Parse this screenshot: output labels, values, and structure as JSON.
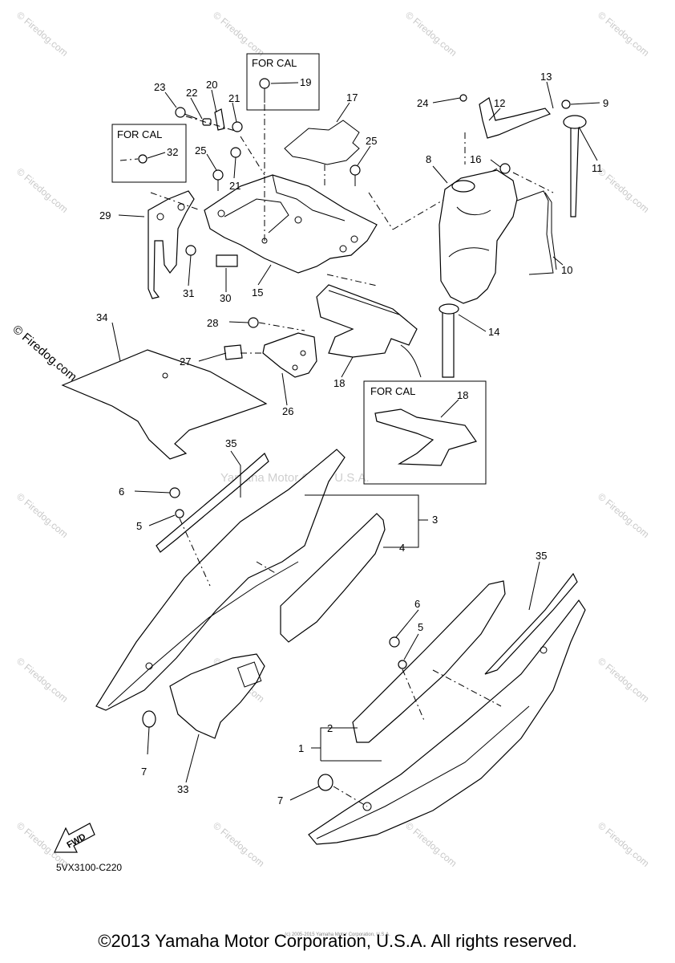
{
  "diagram": {
    "callouts": {
      "c1": "1",
      "c2": "2",
      "c3": "3",
      "c4": "4",
      "c5a": "5",
      "c5b": "5",
      "c6a": "6",
      "c6b": "6",
      "c7a": "7",
      "c7b": "7",
      "c8": "8",
      "c9": "9",
      "c10": "10",
      "c11": "11",
      "c12": "12",
      "c13": "13",
      "c14": "14",
      "c15": "15",
      "c16": "16",
      "c17": "17",
      "c18a": "18",
      "c18b": "18",
      "c19": "19",
      "c20": "20",
      "c21a": "21",
      "c21b": "21",
      "c22": "22",
      "c23": "23",
      "c24": "24",
      "c25a": "25",
      "c25b": "25",
      "c26": "26",
      "c27": "27",
      "c28": "28",
      "c29": "29",
      "c30": "30",
      "c31": "31",
      "c32": "32",
      "c33": "33",
      "c34": "34",
      "c35a": "35",
      "c35b": "35"
    },
    "cal_box_label": "FOR CAL",
    "fwd_label": "FWD",
    "diagram_code": "5VX3100-C220"
  },
  "watermarks": {
    "site": "© Firedog.com",
    "center": "Yamaha Motor Corp. U.S.A.",
    "small_credit": "(c) 2005-2015 Yamaha Motor Corporation, U.S.A."
  },
  "footer": {
    "copyright": "©2013 Yamaha Motor Corporation, U.S.A. All rights reserved."
  }
}
